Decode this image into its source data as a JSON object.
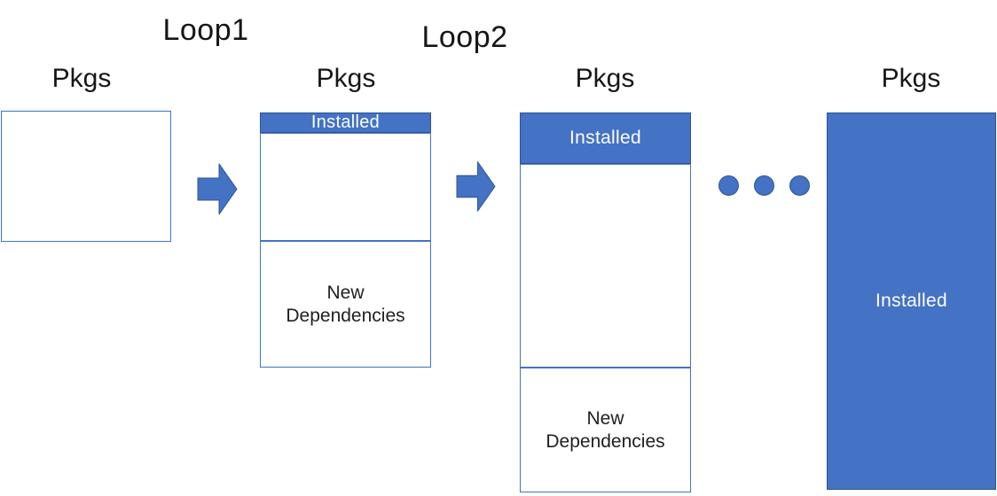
{
  "colors": {
    "accent_blue": "#4472C4",
    "accent_dark": "#2F5597",
    "text_dark": "#1f1f1f",
    "text_light": "#ffffff",
    "background": "#ffffff"
  },
  "labels": {
    "loop1": "Loop1",
    "loop2": "Loop2"
  },
  "columns": [
    {
      "title": "Pkgs"
    },
    {
      "title": "Pkgs",
      "installed": "Installed",
      "new_dependencies": "New Dependencies"
    },
    {
      "title": "Pkgs",
      "installed": "Installed",
      "new_dependencies": "New Dependencies"
    },
    {
      "title": "Pkgs",
      "installed": "Installed"
    }
  ],
  "icons": {
    "between_stage_1_2": "right-arrow-icon",
    "between_stage_2_3": "right-arrow-icon",
    "between_stage_3_4": "ellipsis-dots-icon"
  }
}
